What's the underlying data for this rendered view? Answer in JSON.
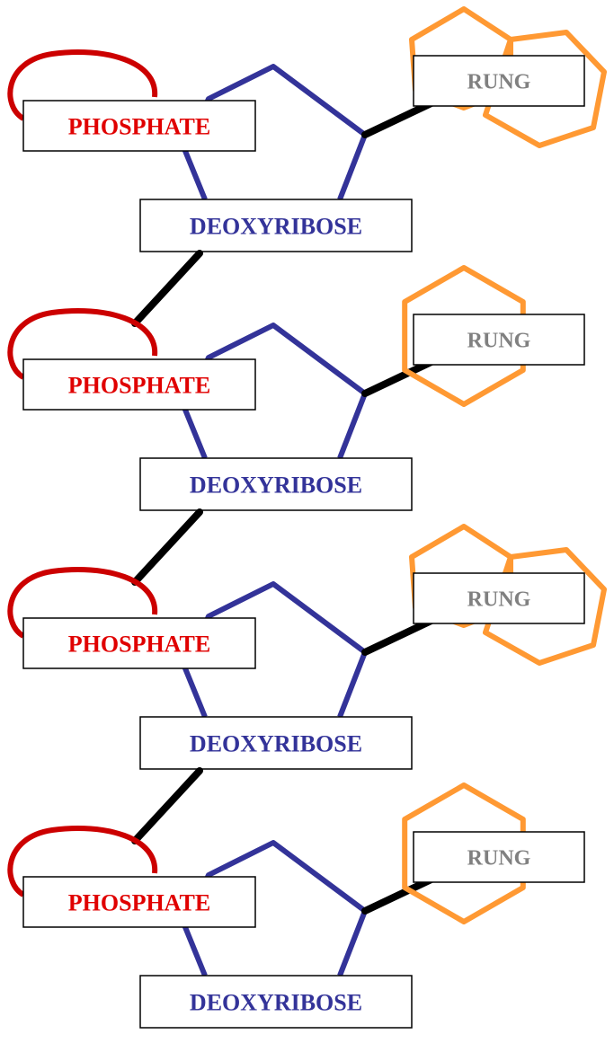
{
  "labels": {
    "phosphate": "PHOSPHATE",
    "sugar": "DEOXYRIBOSE",
    "rung": "RUNG"
  },
  "colors": {
    "phosphate": "#cc0000",
    "phosphate_text": "#e00000",
    "sugar": "#333399",
    "rung_ring": "#ff9933",
    "rung_text": "#808080",
    "backbone_bond": "#000000",
    "box_border": "#000000",
    "box_fill": "#ffffff"
  },
  "units": [
    {
      "phosphate_label": "PHOSPHATE",
      "sugar_label": "DEOXYRIBOSE",
      "rung_label": "RUNG",
      "rung_base": "two-ring-icon"
    },
    {
      "phosphate_label": "PHOSPHATE",
      "sugar_label": "DEOXYRIBOSE",
      "rung_label": "RUNG",
      "rung_base": "one-ring-icon"
    },
    {
      "phosphate_label": "PHOSPHATE",
      "sugar_label": "DEOXYRIBOSE",
      "rung_label": "RUNG",
      "rung_base": "two-ring-icon"
    },
    {
      "phosphate_label": "PHOSPHATE",
      "sugar_label": "DEOXYRIBOSE",
      "rung_label": "RUNG",
      "rung_base": "one-ring-icon"
    }
  ]
}
